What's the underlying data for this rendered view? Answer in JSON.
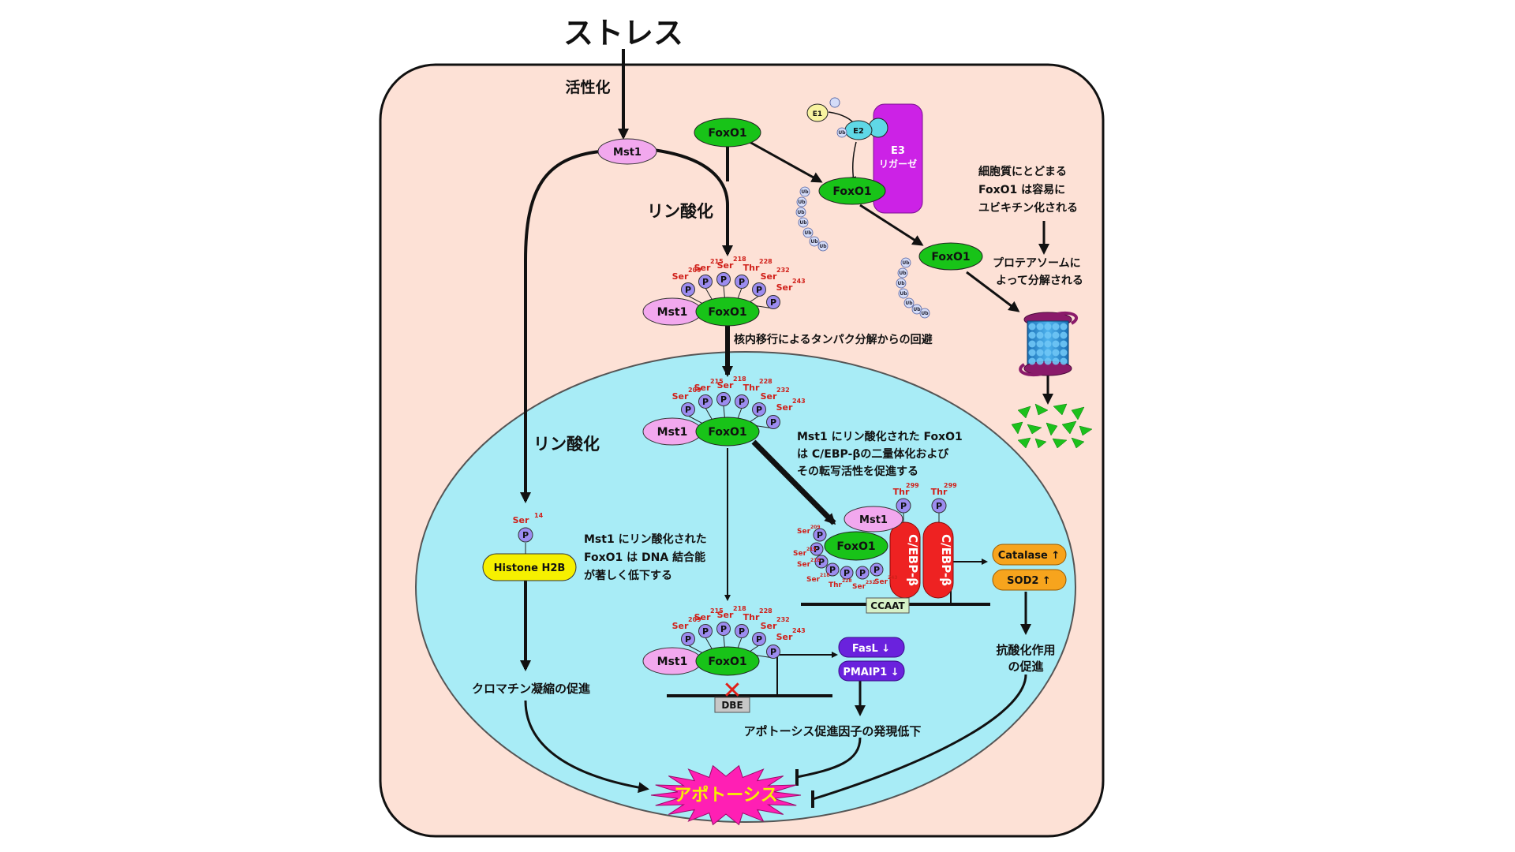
{
  "title": "ストレス",
  "labels": {
    "activation": "活性化",
    "phosphorylation": "リン酸化",
    "nuclear_translocation": "核内移行によるタンパク分解からの回避",
    "cytoplasm_note_1": "細胞質にとどまる",
    "cytoplasm_note_2": "FoxO1 は容易に",
    "cytoplasm_note_3": "ユビキチン化される",
    "proteasome_note_1": "プロテアソームに",
    "proteasome_note_2": "よって分解される",
    "cebp_note_1": "Mst1 にリン酸化された FoxO1",
    "cebp_note_2": "は C/EBP-βの二量体化および",
    "cebp_note_3": "その転写活性を促進する",
    "dna_note_1": "Mst1 にリン酸化された",
    "dna_note_2": "FoxO1 は DNA 結合能",
    "dna_note_3": "が著しく低下する",
    "chromatin": "クロマチン凝縮の促進",
    "antioxidant_1": "抗酸化作用",
    "antioxidant_2": "の促進",
    "apoptosis_factor": "アポトーシス促進因子の発現低下",
    "apoptosis": "アポトーシス"
  },
  "nodes": {
    "mst1": "Mst1",
    "foxo1": "FoxO1",
    "e1": "E1",
    "e2": "E2",
    "e3_line1": "E3",
    "e3_line2": "リガーゼ",
    "ub": "Ub",
    "p": "P",
    "histone": "Histone H2B",
    "cebp": "C/EBP-β",
    "ccaat": "CCAAT",
    "dbe": "DBE",
    "catalase": "Catalase ↑",
    "sod2": "SOD2 ↑",
    "fasl": "FasL ↓",
    "pmaip1": "PMAIP1 ↓"
  },
  "sites": {
    "ser": "Ser",
    "thr": "Thr",
    "n209": "209",
    "n215": "215",
    "n218": "218",
    "n228": "228",
    "n232": "232",
    "n243": "243",
    "n14": "14",
    "n299": "299"
  },
  "colors": {
    "cell": "#fde1d6",
    "nucleus": "#a8ecf6",
    "foxo1": "#18c318",
    "mst1": "#f2a8ee",
    "p": "#9c8cf0",
    "e3": "#cc22e6",
    "cebp": "#ee2222",
    "histone": "#f6f000",
    "catalase": "#f7a41d",
    "fasl": "#6a22dd",
    "apoptosis": "#ff1fb4",
    "apoptosis_text": "#f6f000"
  }
}
